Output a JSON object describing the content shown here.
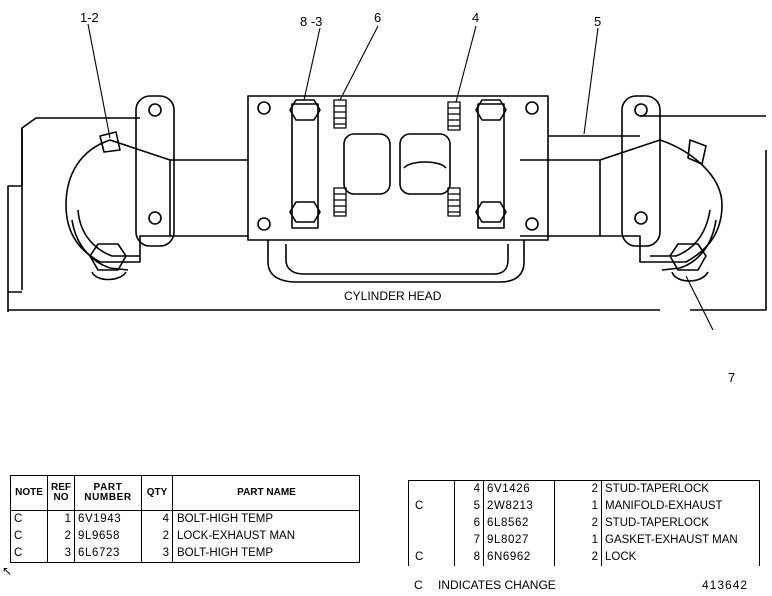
{
  "diagram": {
    "callouts": {
      "c12": "1-2",
      "c83": "8 -3",
      "c6": "6",
      "c4": "4",
      "c5": "5",
      "c7": "7"
    },
    "component_label": "CYLINDER HEAD"
  },
  "parts_table": {
    "headers": {
      "note": "NOTE",
      "ref_line1": "REF",
      "ref_line2": "NO",
      "part_line1": "PART",
      "part_line2": "NUMBER",
      "qty": "QTY",
      "name": "PART NAME"
    },
    "left_rows": [
      {
        "note": "C",
        "ref": "1",
        "part": "6V1943",
        "qty": "4",
        "name": "BOLT-HIGH TEMP"
      },
      {
        "note": "C",
        "ref": "2",
        "part": "9L9658",
        "qty": "2",
        "name": "LOCK-EXHAUST MAN"
      },
      {
        "note": "C",
        "ref": "3",
        "part": "6L6723",
        "qty": "3",
        "name": "BOLT-HIGH TEMP"
      }
    ],
    "right_rows": [
      {
        "note": "",
        "ref": "4",
        "part": "6V1426",
        "qty": "2",
        "name": "STUD-TAPERLOCK"
      },
      {
        "note": "C",
        "ref": "5",
        "part": "2W8213",
        "qty": "1",
        "name": "MANIFOLD-EXHAUST"
      },
      {
        "note": "",
        "ref": "6",
        "part": "6L8562",
        "qty": "2",
        "name": "STUD-TAPERLOCK"
      },
      {
        "note": "",
        "ref": "7",
        "part": "9L8027",
        "qty": "1",
        "name": "GASKET-EXHAUST MAN"
      },
      {
        "note": "C",
        "ref": "8",
        "part": "6N6962",
        "qty": "2",
        "name": "LOCK"
      }
    ]
  },
  "legend": {
    "code": "C",
    "text": "INDICATES CHANGE"
  },
  "figure_number": "413642",
  "corner_mark": "↖"
}
